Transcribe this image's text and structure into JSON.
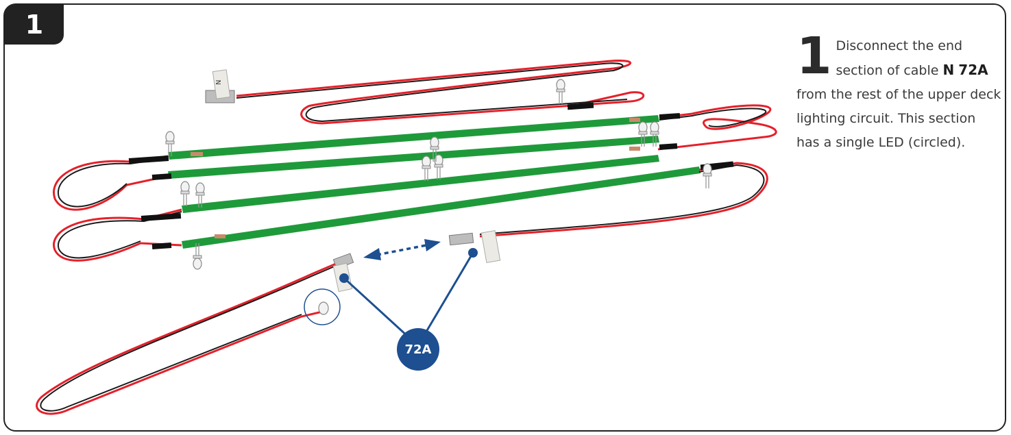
{
  "step": {
    "number": "1"
  },
  "instruction": {
    "drop_cap": "1",
    "text_1": "Disconnect the end section of cable ",
    "bold_1": "N",
    "bold_2": "72A",
    "text_2": " from the rest of the upper deck lighting circuit. This section has a single LED (circled)."
  },
  "labels": {
    "callout": "72A",
    "tag_letter": "N"
  },
  "colors": {
    "wire_red": "#e5202a",
    "wire_black": "#1a1a1a",
    "strip_green": "#1f9a3a",
    "callout_blue": "#1d4f91",
    "frame": "#222222"
  }
}
